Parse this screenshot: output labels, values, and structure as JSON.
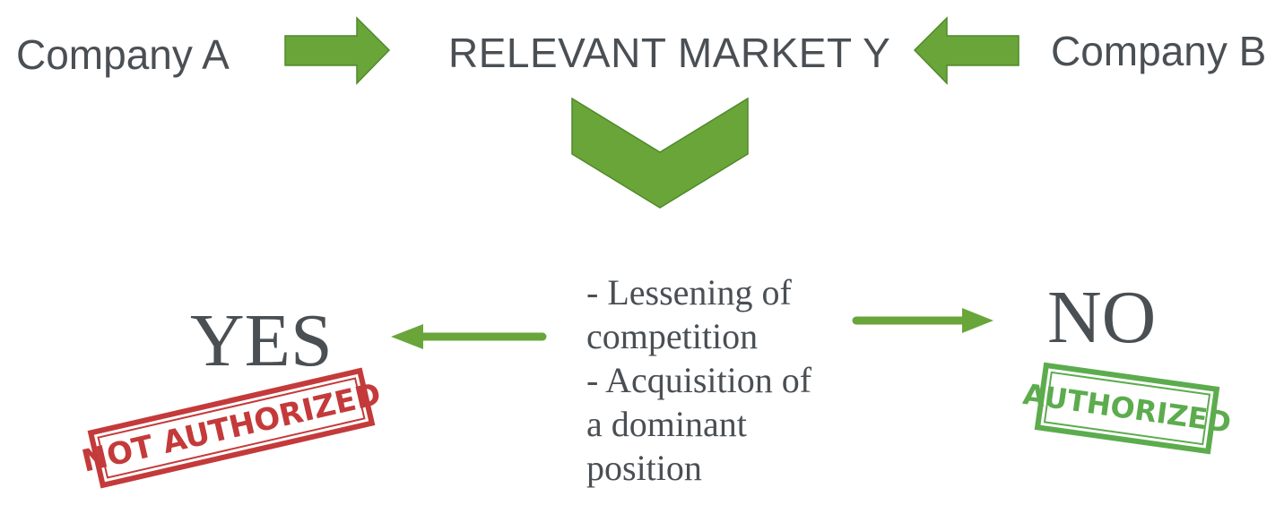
{
  "nodes": {
    "company_a": "Company A",
    "market": "RELEVANT MARKET Y",
    "company_b": "Company B",
    "yes": "YES",
    "no": "NO"
  },
  "conditions": [
    "- Lessening of",
    "competition",
    "- Acquisition of",
    "a dominant",
    "position"
  ],
  "stamps": {
    "not_authorized": "NOT AUTHORIZED",
    "authorized": "AUTHORIZED"
  },
  "colors": {
    "arrow_fill": "#6aa53a",
    "arrow_stroke": "#4e8a2a",
    "text": "#4a4f54",
    "stamp_red": "#c43a3a",
    "stamp_green": "#5cac4e"
  }
}
